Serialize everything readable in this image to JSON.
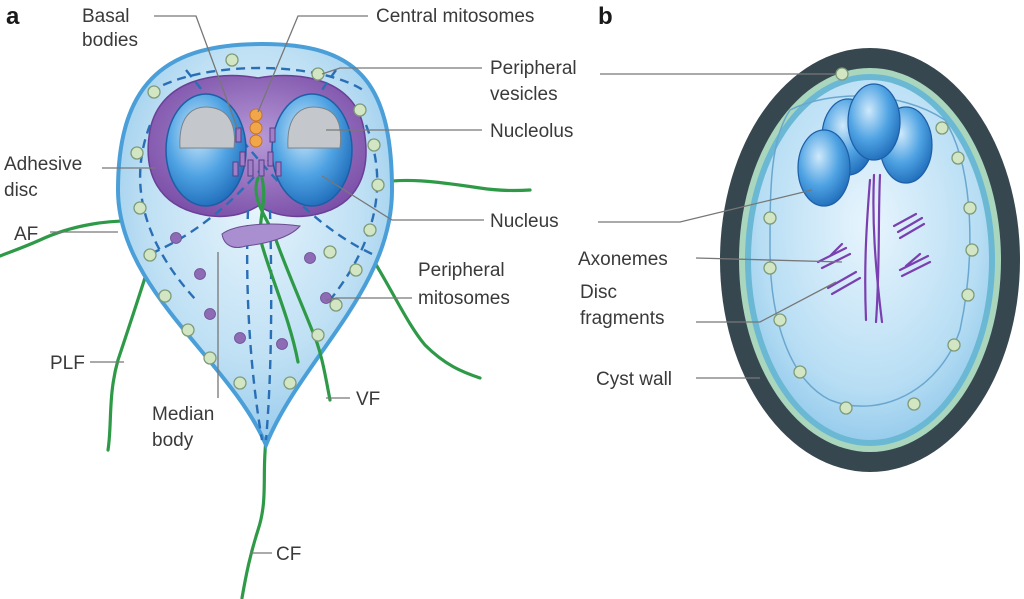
{
  "panels": {
    "a": "a",
    "b": "b"
  },
  "labels_a": {
    "basal_bodies": [
      "Basal",
      "bodies"
    ],
    "central_mitosomes": "Central mitosomes",
    "peripheral_vesicles": [
      "Peripheral",
      "vesicles"
    ],
    "nucleolus": "Nucleolus",
    "adhesive_disc": [
      "Adhesive",
      "disc"
    ],
    "nucleus": "Nucleus",
    "af": "AF",
    "peripheral_mitosomes": [
      "Peripheral",
      "mitosomes"
    ],
    "plf": "PLF",
    "median_body": [
      "Median",
      "body"
    ],
    "vf": "VF",
    "cf": "CF"
  },
  "labels_b": {
    "axonemes": "Axonemes",
    "disc_fragments": [
      "Disc",
      "fragments"
    ],
    "cyst_wall": "Cyst wall"
  },
  "colors": {
    "cytoplasm": "#b7dcf2",
    "outline": "#4a9fd8",
    "disc": "#8a5db0",
    "nucleus": "#3c8fd6",
    "flagella": "#2e9a48",
    "cyst_wall": "#37474f"
  }
}
